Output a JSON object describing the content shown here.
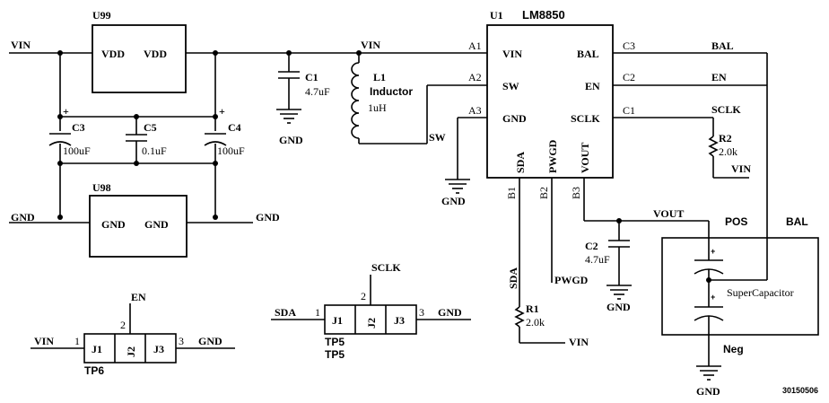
{
  "nets": {
    "vin": "VIN",
    "gnd": "GND",
    "sw": "SW",
    "vout": "VOUT",
    "bal": "BAL",
    "en": "EN",
    "sclk": "SCLK",
    "sda": "SDA",
    "pwgd": "PWGD"
  },
  "u99": {
    "ref": "U99",
    "pin_left": "VDD",
    "pin_right": "VDD"
  },
  "u98": {
    "ref": "U98",
    "pin_left": "GND",
    "pin_right": "GND"
  },
  "u1": {
    "ref": "U1",
    "part": "LM8850",
    "pins_left": [
      {
        "num": "A1",
        "name": "VIN"
      },
      {
        "num": "A2",
        "name": "SW"
      },
      {
        "num": "A3",
        "name": "GND"
      }
    ],
    "pins_right": [
      {
        "num": "C3",
        "name": "BAL"
      },
      {
        "num": "C2",
        "name": "EN"
      },
      {
        "num": "C1",
        "name": "SCLK"
      }
    ],
    "pins_bottom": [
      {
        "num": "B1",
        "name": "SDA"
      },
      {
        "num": "B2",
        "name": "PWGD"
      },
      {
        "num": "B3",
        "name": "VOUT"
      }
    ]
  },
  "c1": {
    "ref": "C1",
    "value": "4.7uF"
  },
  "c2": {
    "ref": "C2",
    "value": "4.7uF"
  },
  "c3": {
    "ref": "C3",
    "value": "100uF"
  },
  "c4": {
    "ref": "C4",
    "value": "100uF"
  },
  "c5": {
    "ref": "C5",
    "value": "0.1uF"
  },
  "l1": {
    "ref": "L1",
    "label": "Inductor",
    "value": "1uH"
  },
  "r1": {
    "ref": "R1",
    "value": "2.0k"
  },
  "r2": {
    "ref": "R2",
    "value": "2.0k"
  },
  "supercap": {
    "label": "SuperCapacitor",
    "pos": "POS",
    "neg": "Neg",
    "bal": "BAL",
    "plus": "+"
  },
  "tp5": {
    "ref": "TP5",
    "ref2": "TP5",
    "cells": [
      "J1",
      "J2",
      "J3"
    ],
    "pin1": "1",
    "pin2": "2",
    "pin3": "3"
  },
  "tp6": {
    "ref": "TP6",
    "cells": [
      "J1",
      "J2",
      "J3"
    ],
    "pin1": "1",
    "pin2": "2",
    "pin3": "3"
  },
  "polarity_plus": "+",
  "figure_id": "30150506"
}
